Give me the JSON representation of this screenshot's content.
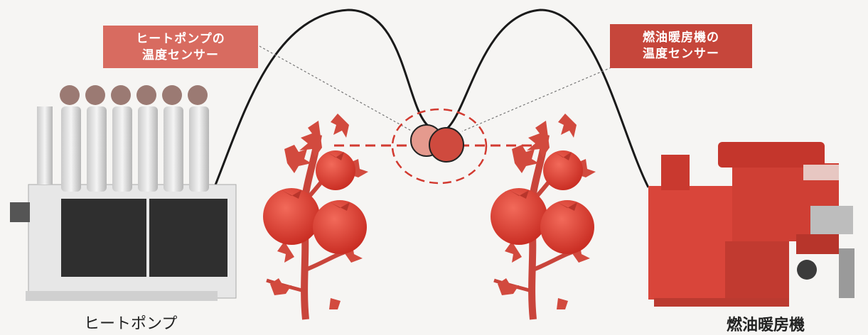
{
  "labels": {
    "heat_pump_sensor": [
      "ヒートポンプの",
      "温度センサー"
    ],
    "oil_heater_sensor": [
      "燃油暖房機の",
      "温度センサー"
    ],
    "heat_pump": "ヒートポンプ",
    "oil_heater": "燃油暖房機"
  },
  "colors": {
    "tag_heat_pump": "#d86b60",
    "tag_oil_heater": "#c6463b",
    "tomato": "#d8372b",
    "sensor_ring": "#d23a30",
    "heater_body": "#d9453a"
  }
}
